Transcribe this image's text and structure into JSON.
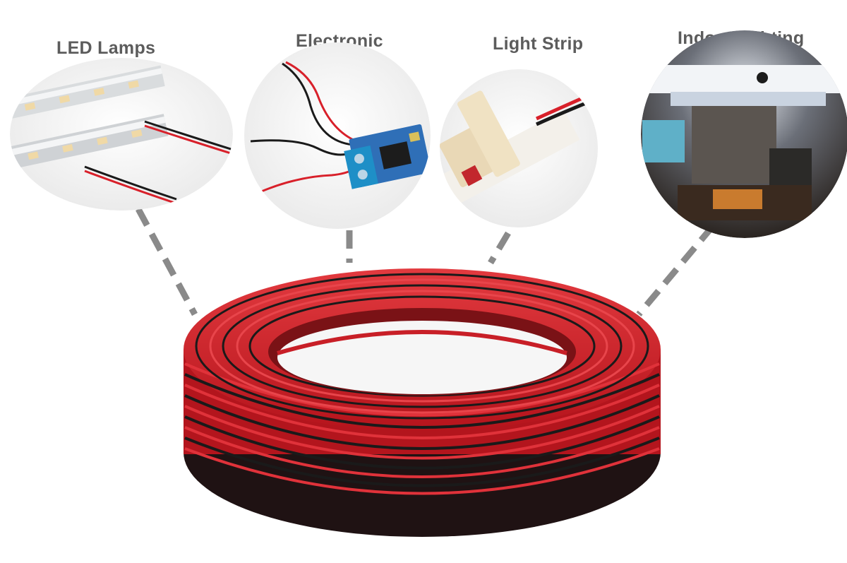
{
  "labels": {
    "led_lamps": "LED Lamps",
    "electronic": "Electronic",
    "light_strip": "Light Strip",
    "indoor_lighting": "Indoor lighting"
  },
  "colors": {
    "label_text": "#5c5c5c",
    "wire_red": "#d8202a",
    "wire_black": "#1a1a1a",
    "connector_dash": "#8a8a8a"
  }
}
